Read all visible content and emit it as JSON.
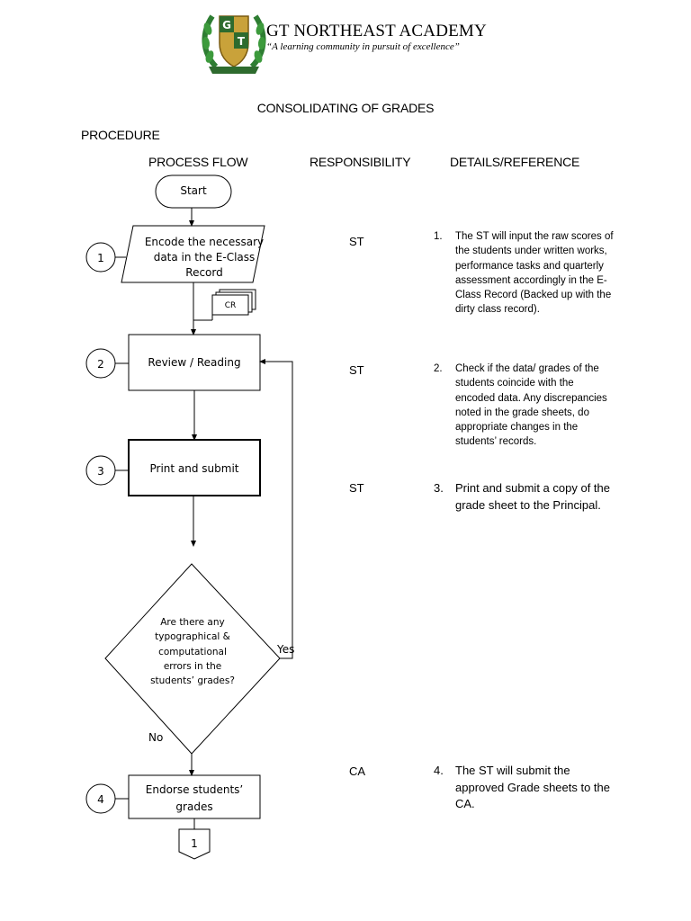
{
  "header": {
    "logo_letters": [
      "G",
      "T"
    ],
    "academy_name": "GT NORTHEAST ACADEMY",
    "motto": "“A learning community in pursuit of excellence”"
  },
  "document": {
    "title": "CONSOLIDATING OF GRADES",
    "section": "PROCEDURE"
  },
  "columns": {
    "flow": "PROCESS FLOW",
    "responsibility": "RESPONSIBILITY",
    "details": "DETAILS/REFERENCE"
  },
  "flow": {
    "start": "Start",
    "encode": "Encode the necessary data in the E-Class Record",
    "cr_label": "CR",
    "review": "Review / Reading",
    "print": "Print and submit",
    "decision": "Are there any typographical & computational errors in the students’ grades?",
    "yes": "Yes",
    "no": "No",
    "endorse": "Endorse students’ grades",
    "connector": "1",
    "step_numbers": [
      "1",
      "2",
      "3",
      "4"
    ]
  },
  "steps": [
    {
      "num": "1.",
      "resp": "ST",
      "detail": "The ST will input the raw scores of the students under written works, performance tasks and quarterly assessment accordingly in the E-Class Record (Backed up with the dirty class record)."
    },
    {
      "num": "2.",
      "resp": "ST",
      "detail": "Check if the data/ grades of the students coincide with the encoded data. Any discrepancies noted in the grade sheets, do appropriate changes in the students’ records."
    },
    {
      "num": "3.",
      "resp": "ST",
      "detail": "Print and submit a copy of the grade sheet to the Principal."
    },
    {
      "num": "4.",
      "resp": "CA",
      "detail": "The ST will submit the approved Grade sheets to the CA."
    }
  ]
}
